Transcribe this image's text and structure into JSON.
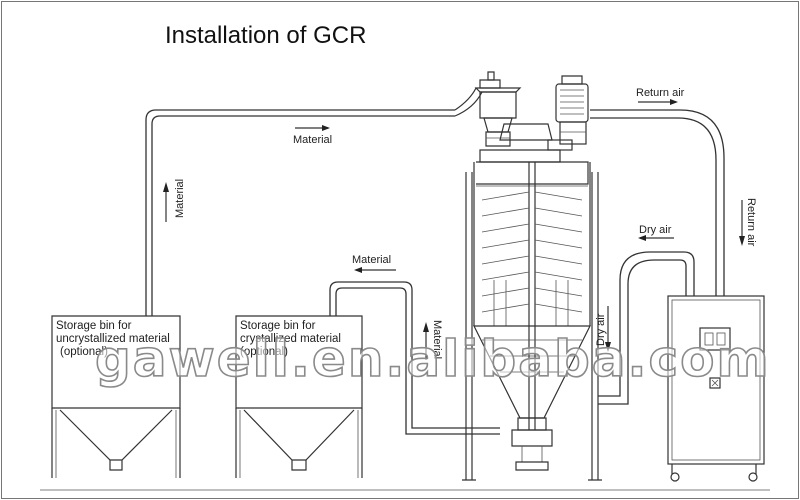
{
  "title": "Installation of GCR",
  "labels": {
    "return_air_top": "Return air",
    "return_air_side": "Return air",
    "dry_air_top": "Dry air",
    "dry_air_side": "Dry air",
    "material_top": "Material",
    "material_left_vertical": "Material",
    "material_middle": "Material",
    "material_center_vertical": "Material"
  },
  "bins": [
    {
      "line1": "Storage bin for",
      "line2": "uncrystallized material",
      "line3": "(optional)"
    },
    {
      "line1": "Storage bin for",
      "line2": "crystallized material",
      "line3": "(optional)"
    }
  ],
  "watermark": "gawell.en.alibaba.com"
}
